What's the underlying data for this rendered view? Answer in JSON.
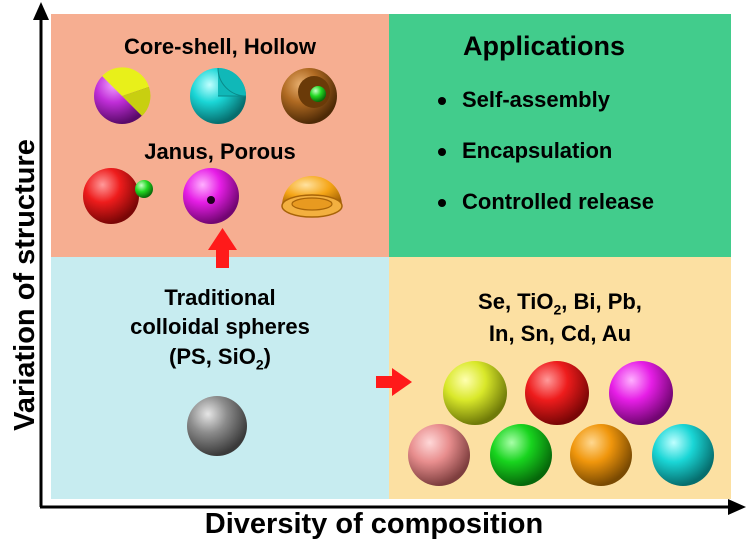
{
  "axes": {
    "x_label": "Diversity of composition",
    "y_label": "Variation of structure"
  },
  "quadrants": {
    "top_left": {
      "heading1": "Core-shell, Hollow",
      "heading2": "Janus, Porous"
    },
    "top_right": {
      "title": "Applications",
      "items": [
        "Self-assembly",
        "Encapsulation",
        "Controlled release"
      ]
    },
    "bottom_left": {
      "line1": "Traditional",
      "line2": "colloidal spheres",
      "line3_prefix": "(PS, SiO",
      "line3_sub": "2",
      "line3_suffix": ")"
    },
    "bottom_right": {
      "line1_a": "Se, TiO",
      "line1_sub": "2",
      "line1_b": ", Bi, Pb,",
      "line2": "In, Sn, Cd, Au"
    }
  },
  "colors": {
    "top_left_bg": "#f6ae91",
    "top_right_bg": "#42cc8c",
    "bottom_left_bg": "#c7ecf0",
    "bottom_right_bg": "#fce0a2",
    "arrow": "#ff1a1a"
  },
  "spheres": {
    "composition_colors": [
      "#c8dd1c",
      "#ee1c1c",
      "#e61ee6",
      "#e88e8e",
      "#18d41e",
      "#f0960c",
      "#1ad6d6"
    ],
    "traditional_color": "#8c8c8c"
  }
}
